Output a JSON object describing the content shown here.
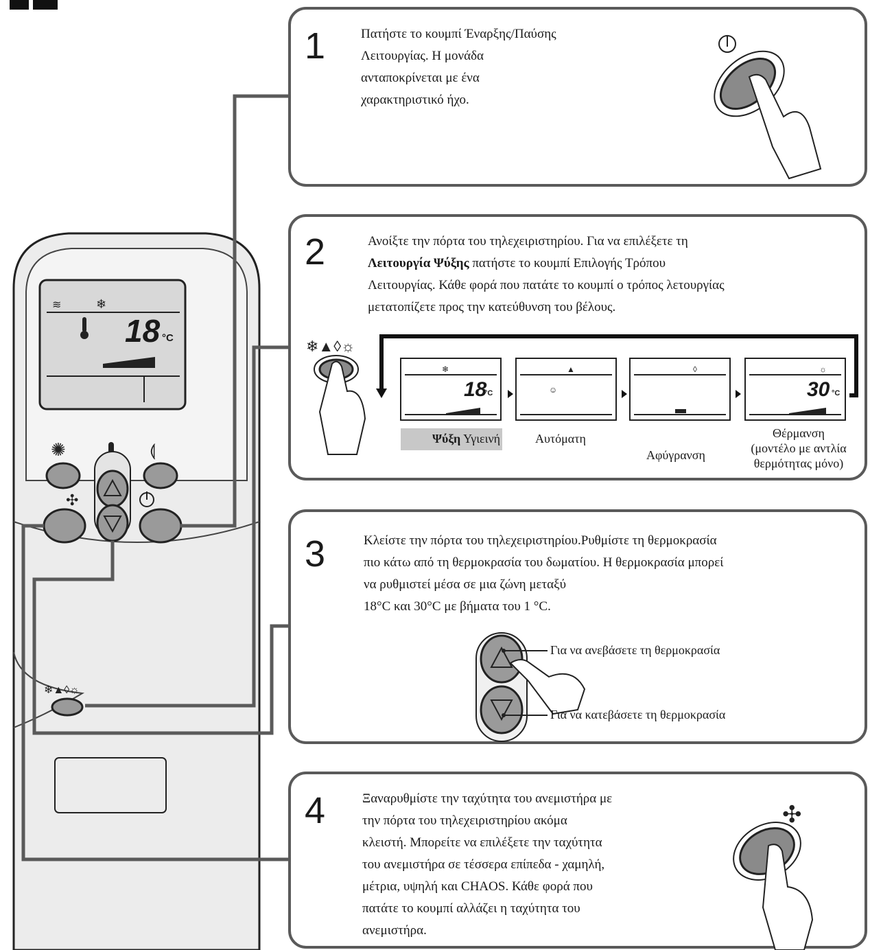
{
  "steps": [
    {
      "number": "1",
      "lines": [
        "Πατήστε το κουμπί Έναρξης/Παύσης",
        "Λειτουργίας. Η μονάδα",
        "ανταποκρίνεται με ένα",
        "χαρακτηριστικό ήχο."
      ]
    },
    {
      "number": "2",
      "line1": "Ανοίξτε την πόρτα του τηλεχειριστηρίου. Για να επιλέξετε τη",
      "line2_bold": "Λειτουργία Ψύξης",
      "line2_rest": " πατήστε το κουμπί Επιλογής Τρόπου",
      "line3": "Λειτουργίας. Κάθε φορά που πατάτε το κουμπί ο τρόπος λετουργίας",
      "line4": "μετατοπίζετε προς την κατεύθυνση του βέλους.",
      "modes": {
        "cooling_bold": "Ψύξη",
        "healthy": " Υγιεινή",
        "auto": "Αυτόματη",
        "dehumidify": "Αφύγρανση",
        "heating_lines": [
          "Θέρμανση",
          "(μοντέλο με αντλία",
          "θερμότητας μόνο)"
        ]
      }
    },
    {
      "number": "3",
      "lines": [
        "Κλείστε την πόρτα του τηλεχειριστηρίου.Ρυθμίστε τη θερμοκρασία",
        "πιο κάτω από τη θερμοκρασία του δωματίου. Η θερμοκρασία μπορεί",
        "να ρυθμιστεί μέσα σε μια ζώνη μεταξύ",
        "18°C και 30°C με βήματα του 1 °C."
      ],
      "up_label": "Για να ανεβάσετε τη θερμοκρασία",
      "down_label": "Για να κατεβάσετε τη θερμοκρασία"
    },
    {
      "number": "4",
      "lines": [
        "Ξαναρυθμίστε την ταχύτητα του ανεμιστήρα με",
        "την πόρτα του τηλεχειριστηρίου ακόμα",
        "κλειστή. Μπορείτε να επιλέξετε την ταχύτητα",
        "του ανεμιστήρα σε τέσσερα επίπεδα - χαμηλή,",
        "μέτρια, υψηλή και CHAOS. Κάθε φορά που",
        "πατάτε το κουμπί αλλάζει η ταχύτητα του",
        "ανεμιστήρα."
      ]
    }
  ],
  "remote_display": {
    "temperature": "18",
    "unit": "°C"
  },
  "mode_displays": [
    {
      "temperature": "18",
      "unit": "°C"
    },
    {
      "temperature": "",
      "unit": ""
    },
    {
      "temperature": "",
      "unit": ""
    },
    {
      "temperature": "30",
      "unit": "°C"
    }
  ],
  "colors": {
    "frame": "#5a5a5a",
    "highlight": "#c8c8c8",
    "remote_body": "#ececec",
    "lcd": "#d8d8d8",
    "button": "#9a9a9a"
  }
}
